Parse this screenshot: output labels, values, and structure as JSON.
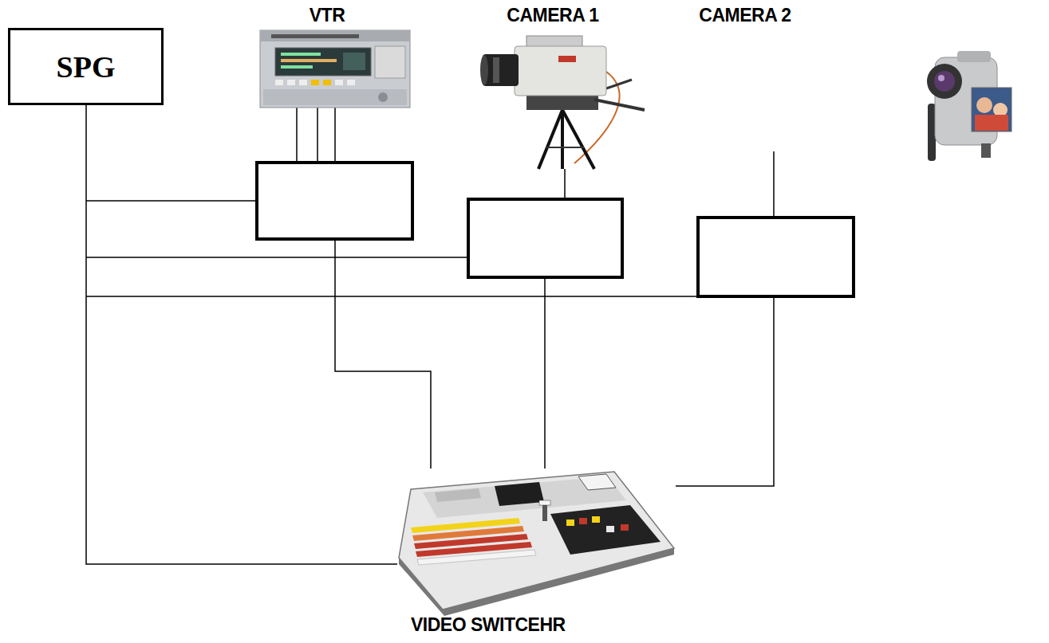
{
  "diagram": {
    "nodes": [
      {
        "text": [
          "SPG"
        ]
      },
      {
        "text": [
          "VTR"
        ]
      },
      {
        "text": [
          "CAMERA 1"
        ]
      },
      {
        "text": [
          "CAMERA 2"
        ]
      },
      {
        "text": [
          "VIDEO SWITCEHR"
        ]
      }
    ],
    "edges": [
      {
        "from": 0,
        "to": 4,
        "arrow": "none"
      },
      {
        "from": 1,
        "to": 4,
        "arrow": "none"
      },
      {
        "from": 2,
        "to": 4,
        "arrow": "none"
      },
      {
        "from": 3,
        "to": 4,
        "arrow": "none"
      }
    ]
  }
}
